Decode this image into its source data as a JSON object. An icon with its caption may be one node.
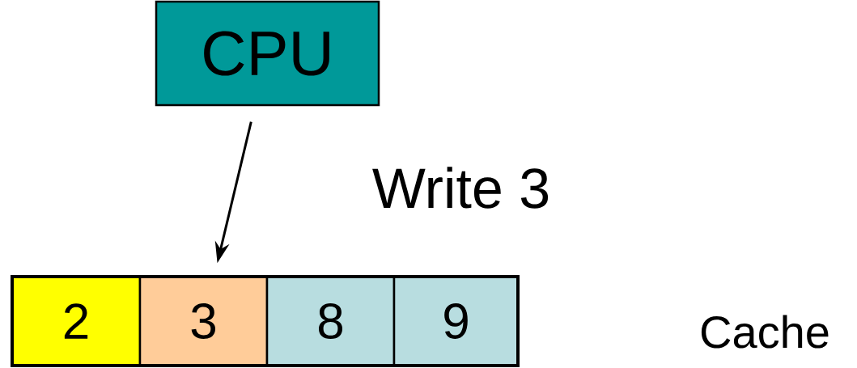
{
  "diagram": {
    "nodes": [
      {
        "text": [
          "CPU"
        ]
      },
      {
        "text": [
          "2"
        ]
      },
      {
        "text": [
          "3"
        ]
      },
      {
        "text": [
          "8"
        ]
      },
      {
        "text": [
          "9"
        ]
      }
    ],
    "edges": [
      {
        "from": 0,
        "to": 2,
        "arrow": "to",
        "label": "Write 3"
      }
    ],
    "labels": [
      "Cache"
    ]
  }
}
